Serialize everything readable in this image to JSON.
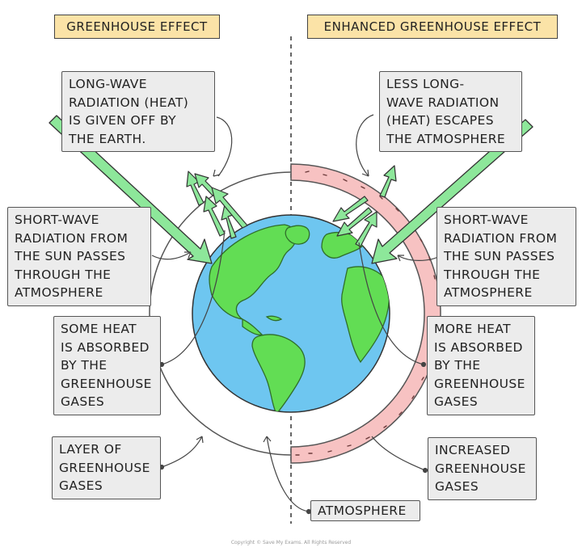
{
  "titles": {
    "left": "GREENHOUSE EFFECT",
    "right": "ENHANCED GREENHOUSE EFFECT"
  },
  "labels": {
    "left_longwave": "LONG-WAVE\nRADIATION (HEAT)\nIS GIVEN OFF BY\nTHE EARTH.",
    "left_shortwave": "SHORT-WAVE\nRADIATION FROM\nTHE SUN PASSES\nTHROUGH THE\nATMOSPHERE",
    "left_absorbed": "SOME HEAT\nIS ABSORBED\nBY THE\nGREENHOUSE\nGASES",
    "left_layer": "LAYER OF\nGREENHOUSE\nGASES",
    "right_longwave": "LESS LONG-\nWAVE RADIATION\n(HEAT) ESCAPES\nTHE ATMOSPHERE",
    "right_shortwave": "SHORT-WAVE\nRADIATION FROM\nTHE SUN PASSES\nTHROUGH THE\nATMOSPHERE",
    "right_absorbed": "MORE HEAT\nIS ABSORBED\nBY THE\nGREENHOUSE\nGASES",
    "right_increased": "INCREASED\nGREENHOUSE\nGASES",
    "atmosphere": "ATMOSPHERE"
  },
  "copyright": "Copyright © Save My Exams. All Rights Reserved",
  "colors": {
    "title_fill": "#fbe3a7",
    "label_fill": "#ececec",
    "ocean": "#6ec6f0",
    "land": "#62dd54",
    "arrow": "#8de79a",
    "enhanced_layer": "#f7c2c2"
  },
  "icons": [
    "earth-globe",
    "sun-ray-arrow",
    "heat-arrow"
  ]
}
